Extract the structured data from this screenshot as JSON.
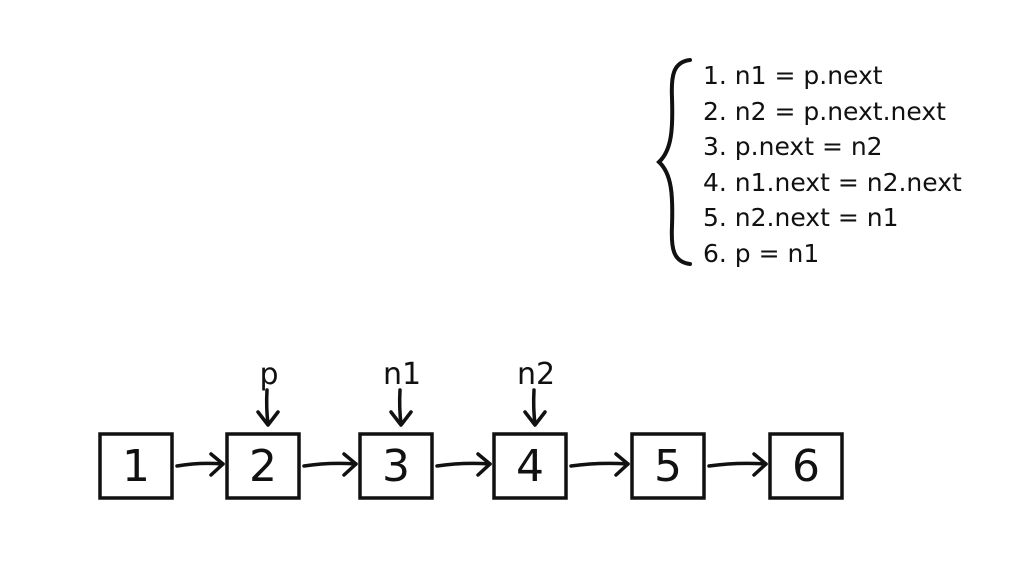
{
  "steps": [
    "1. n1 = p.next",
    "2. n2 = p.next.next",
    "3. p.next = n2",
    "4. n1.next = n2.next",
    "5. n2.next = n1",
    "6. p = n1"
  ],
  "nodes": [
    "1",
    "2",
    "3",
    "4",
    "5",
    "6"
  ],
  "pointers": [
    {
      "label": "p",
      "target_index": 1
    },
    {
      "label": "n1",
      "target_index": 2
    },
    {
      "label": "n2",
      "target_index": 3
    }
  ]
}
